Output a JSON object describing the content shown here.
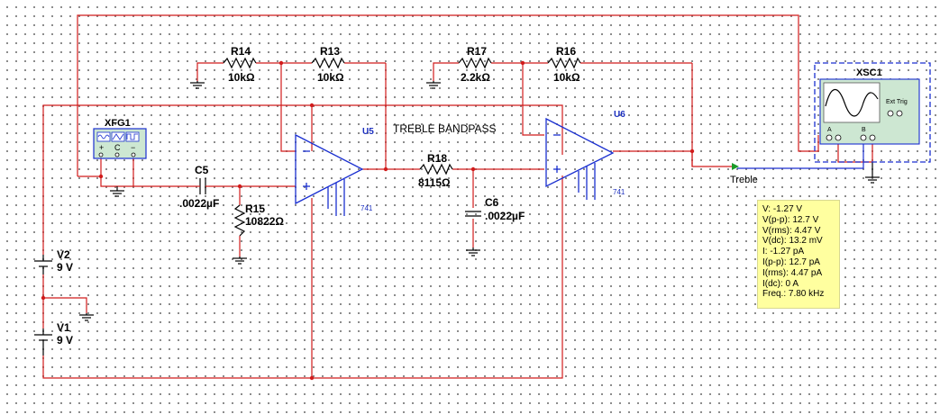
{
  "circuit": {
    "title": "TREBLE BANDPASS",
    "output_net": "Treble",
    "components": {
      "R14": {
        "ref": "R14",
        "value": "10kΩ"
      },
      "R13": {
        "ref": "R13",
        "value": "10kΩ"
      },
      "R17": {
        "ref": "R17",
        "value": "2.2kΩ"
      },
      "R16": {
        "ref": "R16",
        "value": "10kΩ"
      },
      "R18": {
        "ref": "R18",
        "value": "8115Ω"
      },
      "R15": {
        "ref": "R15",
        "value": "10822Ω"
      },
      "C5": {
        "ref": "C5",
        "value": ".0022µF"
      },
      "C6": {
        "ref": "C6",
        "value": ".0022µF"
      },
      "V1": {
        "ref": "V1",
        "value": "9 V"
      },
      "V2": {
        "ref": "V2",
        "value": "9 V"
      },
      "U5": {
        "ref": "U5",
        "model": "741"
      },
      "U6": {
        "ref": "U6",
        "model": "741"
      },
      "XFG1": {
        "ref": "XFG1"
      },
      "XSC1": {
        "ref": "XSC1",
        "ext_trig": "Ext Trig",
        "ch_a": "A",
        "ch_b": "B"
      }
    }
  },
  "probe": {
    "lines": [
      "V: -1.27 V",
      "V(p-p): 12.7 V",
      "V(rms): 4.47 V",
      "V(dc): 13.2 mV",
      "I: -1.27 pA",
      "I(p-p): 12.7 pA",
      "I(rms): 4.47 pA",
      "I(dc): 0 A",
      "Freq.: 7.80 kHz"
    ]
  },
  "colors": {
    "wire": "#d11b1b",
    "component": "#1a2fd0",
    "probe_bg": "#ffff9f"
  }
}
